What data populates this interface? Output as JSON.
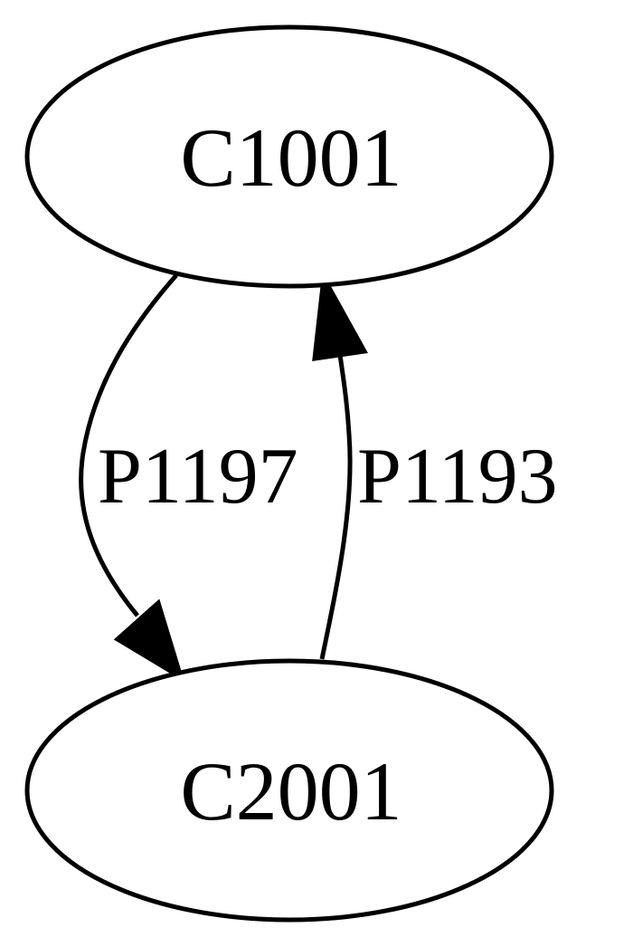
{
  "nodes": [
    {
      "id": "C1001",
      "label": "C1001"
    },
    {
      "id": "C2001",
      "label": "C2001"
    }
  ],
  "edges": [
    {
      "from": "C1001",
      "to": "C2001",
      "label": "P1197"
    },
    {
      "from": "C2001",
      "to": "C1001",
      "label": "P1193"
    }
  ],
  "colors": {
    "stroke": "#000000",
    "background": "#ffffff"
  }
}
